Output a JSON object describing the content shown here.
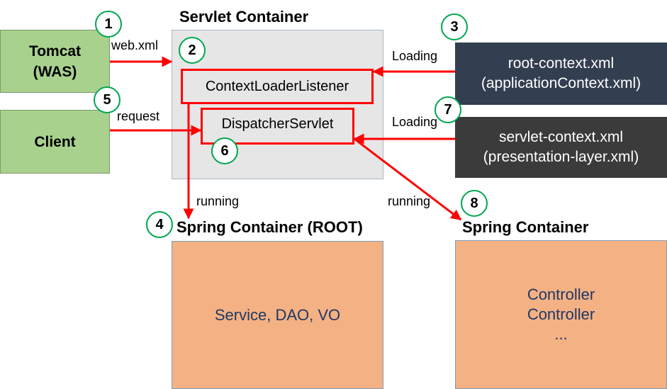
{
  "titles": {
    "servlet_container": "Servlet Container",
    "spring_root": "Spring Container (ROOT)",
    "spring_container": "Spring Container"
  },
  "tomcat": {
    "line1": "Tomcat",
    "line2": "(WAS)"
  },
  "client": {
    "label": "Client"
  },
  "root_context": {
    "line1": "root-context.xml",
    "line2": "(applicationContext.xml)"
  },
  "servlet_context": {
    "line1": "servlet-context.xml",
    "line2": "(presentation-layer.xml)"
  },
  "context_loader_listener": "ContextLoaderListener",
  "dispatcher_servlet": "DispatcherServlet",
  "root_box": {
    "content": "Service,  DAO, VO"
  },
  "spring_box": {
    "line1": "Controller",
    "line2": "Controller",
    "line3": "..."
  },
  "edge_labels": {
    "web_xml": "web.xml",
    "request": "request",
    "loading_1": "Loading",
    "loading_2": "Loading",
    "running_1": "running",
    "running_2": "running"
  },
  "steps": [
    "1",
    "2",
    "3",
    "4",
    "5",
    "6",
    "7",
    "8"
  ],
  "colors": {
    "arrow": "#ff0000",
    "step_circle": "#00a650",
    "green_box": "#a9d18e",
    "dark_box": "#333f50",
    "orange_box": "#f4b183",
    "servlet_bg": "#e7e6e6"
  }
}
